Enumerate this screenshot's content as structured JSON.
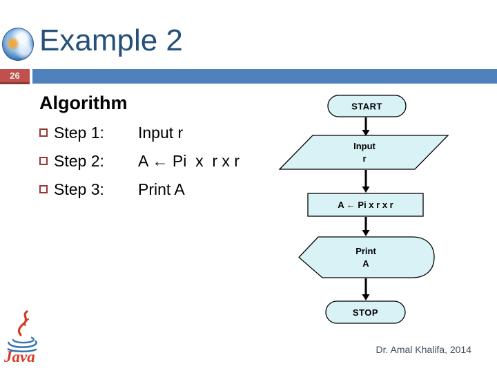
{
  "slide": {
    "title": "Example 2",
    "slide_number": "26",
    "credit": "Dr. Amal Khalifa, 2014"
  },
  "content": {
    "heading": "Algorithm",
    "steps": [
      {
        "label": "Step 1:",
        "value": "Input r"
      },
      {
        "label": "Step 2:",
        "value": "A ← Pi  x  r x r"
      },
      {
        "label": "Step 3:",
        "value": "Print A"
      }
    ]
  },
  "flowchart": {
    "start": "START",
    "input_line1": "Input",
    "input_line2": "r",
    "process": "A ← Pi x r x r",
    "print_line1": "Print",
    "print_line2": "A",
    "stop": "STOP"
  },
  "footer": {
    "java_label": "Java"
  },
  "icons": {
    "globe": "globe-icon",
    "java_logo": "java-logo"
  },
  "colors": {
    "title_text": "#24507A",
    "slide_number_bg": "#C0504D",
    "header_bar": "#4F81BD",
    "flowchart_fill": "#D8F2F5",
    "flowchart_stroke": "#000000",
    "bullet_border": "#963634",
    "java_red": "#D63A26",
    "java_blue": "#3974B3",
    "credit_text": "#3E4E5E"
  }
}
